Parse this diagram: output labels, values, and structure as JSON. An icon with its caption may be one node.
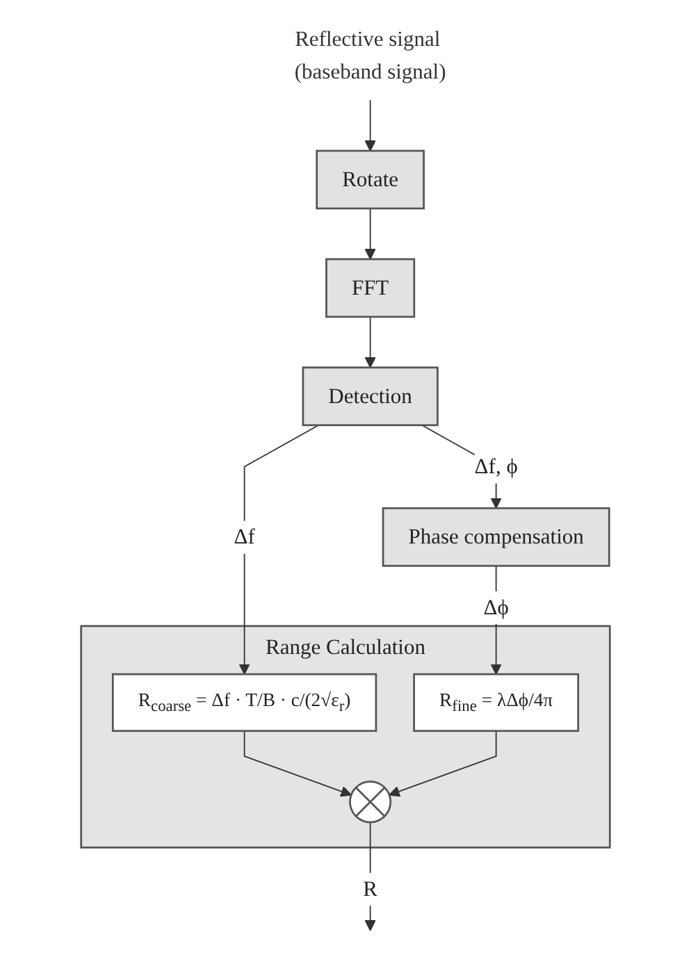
{
  "diagram": {
    "nodes": [
      {
        "text": [
          "Reflective signal (baseband signal)"
        ]
      },
      {
        "text": [
          "Rotate"
        ]
      },
      {
        "text": [
          "FFT"
        ]
      },
      {
        "text": [
          "Detection"
        ]
      },
      {
        "text": [
          "Phase compensation"
        ]
      },
      {
        "text": [
          "Range Calculation"
        ]
      },
      {
        "text": [
          "R$_{coarse}$ = Δf · T/B · c/(2√ε$_{r}$)"
        ],
        "in": 5
      },
      {
        "text": [
          "R$_{fine}$ = λΔϕ/4π"
        ],
        "in": 5
      },
      {
        "text": [],
        "shape": "circle",
        "in": 5
      }
    ],
    "edges": [
      {
        "from": 0,
        "to": 1,
        "arrow": "to"
      },
      {
        "from": 1,
        "to": 2,
        "arrow": "to"
      },
      {
        "from": 2,
        "to": 3,
        "arrow": "to"
      },
      {
        "from": 3,
        "to": 4,
        "arrow": "to",
        "label": "Δf, ϕ"
      },
      {
        "from": 3,
        "to": 6,
        "arrow": "to",
        "label": "Δf"
      },
      {
        "from": 4,
        "to": 7,
        "arrow": "to",
        "label": "Δϕ"
      },
      {
        "from": 6,
        "to": 8,
        "arrow": "to"
      },
      {
        "from": 7,
        "to": 8,
        "arrow": "to"
      },
      {
        "from": 8,
        "to": null,
        "arrow": "to",
        "label": "R"
      }
    ]
  }
}
